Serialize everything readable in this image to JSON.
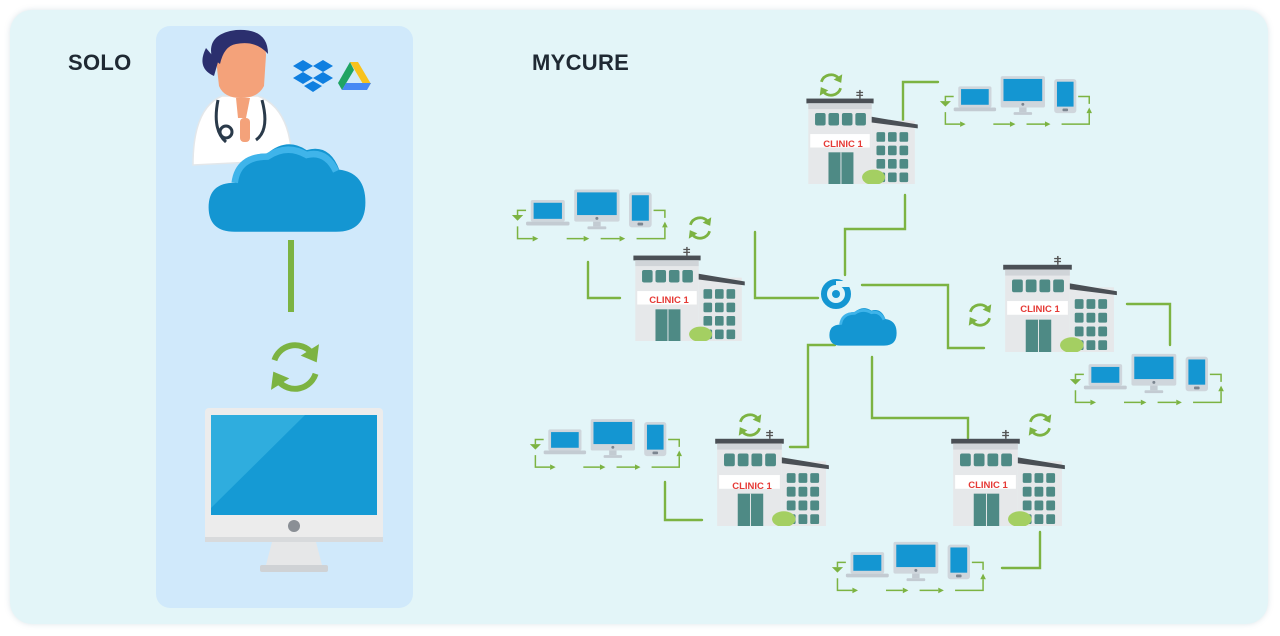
{
  "solo": {
    "title": "SOLO",
    "icons": [
      "doctor-avatar",
      "dropbox-icon",
      "google-drive-icon",
      "cloud-icon",
      "sync-icon",
      "desktop-monitor-icon"
    ]
  },
  "mycure": {
    "title": "MYCURE",
    "hub_icons": [
      "mycure-logo-icon",
      "cloud-icon"
    ],
    "clinics": [
      {
        "label": "CLINIC 1"
      },
      {
        "label": "CLINIC 1"
      },
      {
        "label": "CLINIC 1"
      },
      {
        "label": "CLINIC 1"
      },
      {
        "label": "CLINIC 1"
      }
    ],
    "device_group_icons": [
      "laptop-icon",
      "monitor-icon",
      "tablet-icon"
    ]
  },
  "colors": {
    "card_bg": "#e3f5f8",
    "solo_panel_bg": "#d0e9fb",
    "connector_green": "#7cb342",
    "cloud_blue": "#1496d2",
    "building_gray": "#e6e8ea",
    "window_teal": "#4e8a85",
    "clinic_label_red": "#e53935"
  }
}
